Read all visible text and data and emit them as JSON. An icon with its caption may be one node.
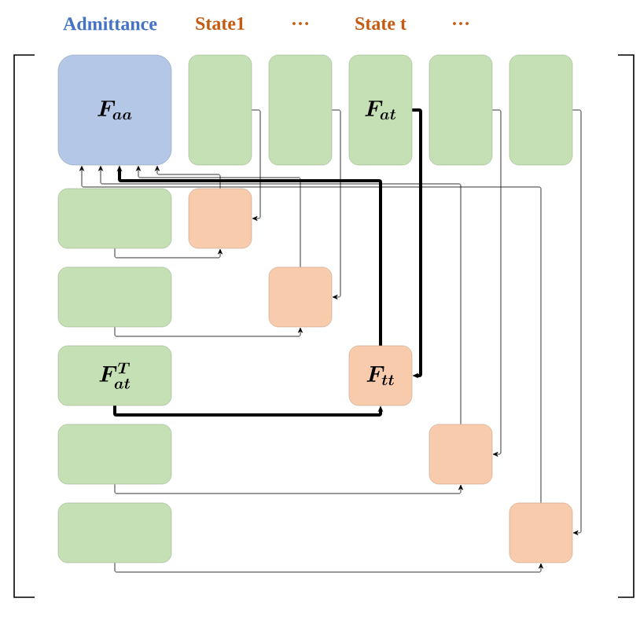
{
  "diagram": {
    "nodes": [
      {
        "text": [
          "F_{aa}"
        ]
      },
      {
        "text": [],
        "shape": "box"
      },
      {
        "text": [],
        "shape": "box"
      },
      {
        "text": [
          "F_{at}"
        ]
      },
      {
        "text": [],
        "shape": "box"
      },
      {
        "text": [],
        "shape": "box"
      },
      {
        "text": [],
        "shape": "box"
      },
      {
        "text": [],
        "shape": "box"
      },
      {
        "text": [],
        "shape": "box"
      },
      {
        "text": [],
        "shape": "box"
      },
      {
        "text": [
          "F_{at}^{T}"
        ]
      },
      {
        "text": [
          "F_{tt}"
        ]
      },
      {
        "text": [],
        "shape": "box"
      },
      {
        "text": [],
        "shape": "box"
      },
      {
        "text": [],
        "shape": "box"
      },
      {
        "text": [],
        "shape": "box"
      }
    ],
    "edges": [
      {
        "from": 1,
        "to": 7,
        "arrow": "to"
      },
      {
        "from": 2,
        "to": 9,
        "arrow": "to"
      },
      {
        "from": 3,
        "to": 11,
        "arrow": "to",
        "style": "thick"
      },
      {
        "from": 4,
        "to": 13,
        "arrow": "to"
      },
      {
        "from": 5,
        "to": 15,
        "arrow": "to"
      },
      {
        "from": 6,
        "to": 7,
        "arrow": "to"
      },
      {
        "from": 8,
        "to": 9,
        "arrow": "to"
      },
      {
        "from": 10,
        "to": 11,
        "arrow": "to",
        "style": "thick"
      },
      {
        "from": 12,
        "to": 13,
        "arrow": "to"
      },
      {
        "from": 14,
        "to": 15,
        "arrow": "to"
      },
      {
        "from": 7,
        "to": 0,
        "arrow": "to"
      },
      {
        "from": 9,
        "to": 0,
        "arrow": "to"
      },
      {
        "from": 11,
        "to": 0,
        "arrow": "to",
        "style": "thick"
      },
      {
        "from": 13,
        "to": 0,
        "arrow": "to"
      },
      {
        "from": 15,
        "to": 0,
        "arrow": "to"
      }
    ],
    "labels": [
      "Admittance",
      "State1",
      "…",
      "State t",
      "…"
    ]
  }
}
